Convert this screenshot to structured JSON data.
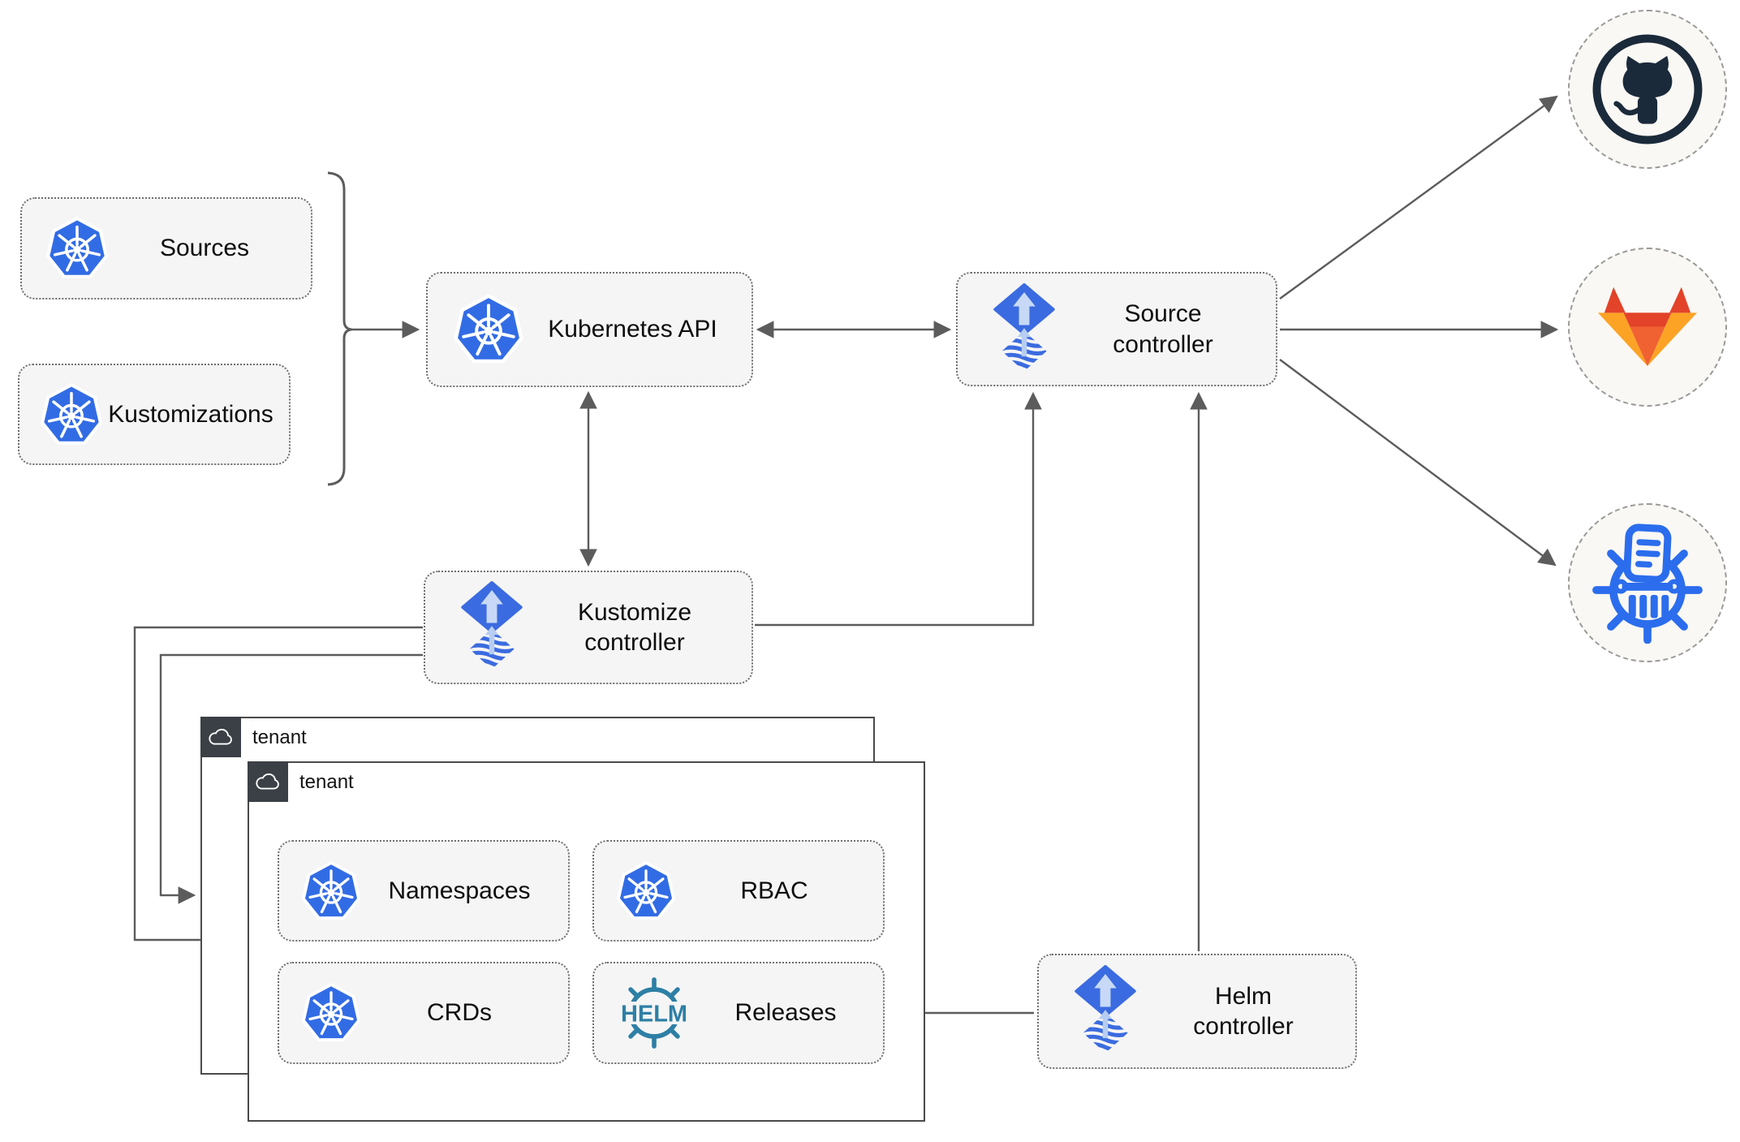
{
  "resources": [
    {
      "label": "Sources"
    },
    {
      "label": "Kustomizations"
    }
  ],
  "nodes": {
    "kubernetes_api": {
      "label": "Kubernetes API"
    },
    "source_controller": {
      "label": "Source controller"
    },
    "kustomize_controller": {
      "label": "Kustomize controller"
    },
    "helm_controller": {
      "label": "Helm controller"
    }
  },
  "tenants": {
    "outer_label": "tenant",
    "inner_label": "tenant"
  },
  "tenant_resources": [
    {
      "label": "Namespaces"
    },
    {
      "label": "RBAC"
    },
    {
      "label": "CRDs"
    },
    {
      "label": "Releases"
    }
  ],
  "helm_logo_text": "HELM",
  "remotes": [
    {
      "name": "github"
    },
    {
      "name": "gitlab"
    },
    {
      "name": "helm-repository"
    }
  ],
  "colors": {
    "kubernetes_blue": "#326ce5",
    "flux_blue": "#3b6be0",
    "flux_arrow_light": "#c7d9f6",
    "helm_teal": "#2e7fa5",
    "github_dark": "#1b2a3a",
    "gitlab_red": "#e24329",
    "gitlab_orange": "#f06231",
    "gitlab_amber": "#fca326",
    "repository_blue": "#2b6ded",
    "line_gray": "#5c5c5c",
    "box_fill": "#f5f5f5",
    "tenant_tab": "#3a4045"
  }
}
